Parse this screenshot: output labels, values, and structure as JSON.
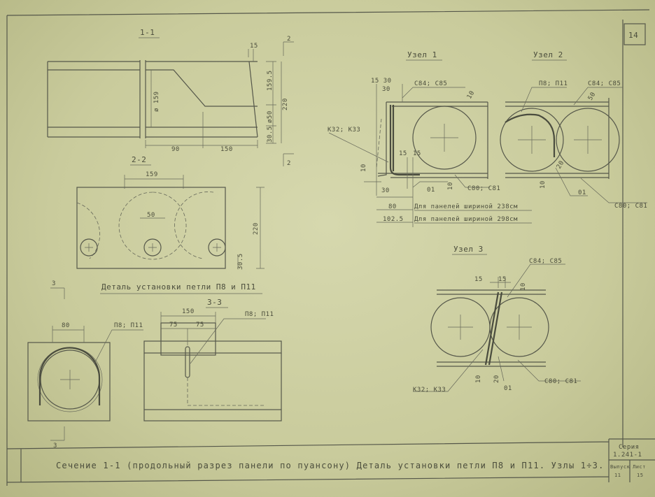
{
  "sheet_number": "14",
  "section_1_1": {
    "title": "1-1",
    "cut_mark": "2",
    "cut_mark_bottom": "2",
    "dim_top": "15",
    "dim_159_5": "159.5",
    "dim_220": "220",
    "dim_diam": "ø 159",
    "dim_50": "ø50",
    "dim_30_5": "30.5",
    "dim_90": "90",
    "dim_150": "150"
  },
  "section_2_2": {
    "title": "2-2",
    "dim_159": "159",
    "dim_50": "50",
    "dim_220": "220",
    "dim_30_5": "30.5"
  },
  "loop_detail": {
    "title": "Деталь установки петли П8 и П11",
    "cut_mark": "3",
    "cut_mark_bottom": "3",
    "dim_80": "80",
    "label": "П8; П11",
    "section_3_3": {
      "title": "3-3",
      "dim_150": "150",
      "dim_75a": "75",
      "dim_75b": "75",
      "label": "П8; П11"
    }
  },
  "node_1": {
    "title": "Узел 1",
    "dim_15_30": "15 30",
    "dim_30": "30",
    "label_top": "С84; С85",
    "label_left": "К32; К33",
    "dim_15a": "15",
    "dim_15b": "15",
    "dim_10a": "10",
    "dim_10b": "10",
    "dim_10c": "10",
    "dim_30b": "30",
    "label_01": "01",
    "label_bottom": "С80; С81",
    "width_rows": [
      {
        "value": "80",
        "text": "Для панелей шириной 238см"
      },
      {
        "value": "102.5",
        "text": "Для панелей шириной 298см"
      }
    ]
  },
  "node_2": {
    "title": "Узел 2",
    "label_loop": "П8; П11",
    "label_top": "С84; С85",
    "dim_50": "50",
    "dim_10": "10",
    "dim_20": "20",
    "label_01": "01",
    "label_bottom": "С80; С81"
  },
  "node_3": {
    "title": "Узел 3",
    "label_top": "С84; С85",
    "dim_15a": "15",
    "dim_15b": "15",
    "dim_10a": "10",
    "label_left": "К32; К33",
    "dim_20": "20",
    "dim_10b": "10",
    "label_01": "01",
    "label_bottom": "С80; С81"
  },
  "title_block": {
    "caption": "Сечение 1-1 (продольный разрез панели по пуансону) Деталь установки петли П8 и П11. Узлы 1÷3.",
    "series_label": "Серия",
    "series_value": "1.241-1",
    "issue_label": "Выпуск",
    "issue_value": "11",
    "sheet_label": "Лист",
    "sheet_value": "15"
  }
}
